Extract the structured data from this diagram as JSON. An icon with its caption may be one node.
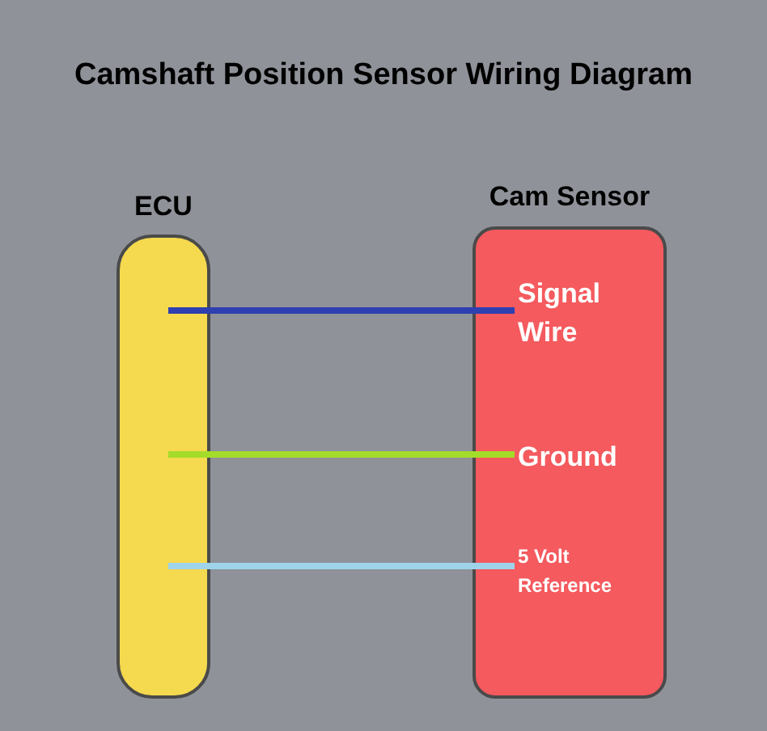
{
  "diagram": {
    "title": "Camshaft Position Sensor Wiring Diagram",
    "nodes": [
      {
        "text": [
          "ECU"
        ]
      },
      {
        "text": [
          "Cam Sensor"
        ]
      },
      {
        "text": [
          "Signal Wire"
        ],
        "in": 1
      },
      {
        "text": [
          "Ground"
        ],
        "in": 1
      },
      {
        "text": [
          "5 Volt Reference"
        ],
        "in": 1
      }
    ],
    "edges": [
      {
        "from": 0,
        "to": 2,
        "arrow": "none",
        "color": "#2e3fb0"
      },
      {
        "from": 0,
        "to": 3,
        "arrow": "none",
        "color": "#a4dc2a"
      },
      {
        "from": 0,
        "to": 4,
        "arrow": "none",
        "color": "#9fd3ea"
      }
    ]
  }
}
